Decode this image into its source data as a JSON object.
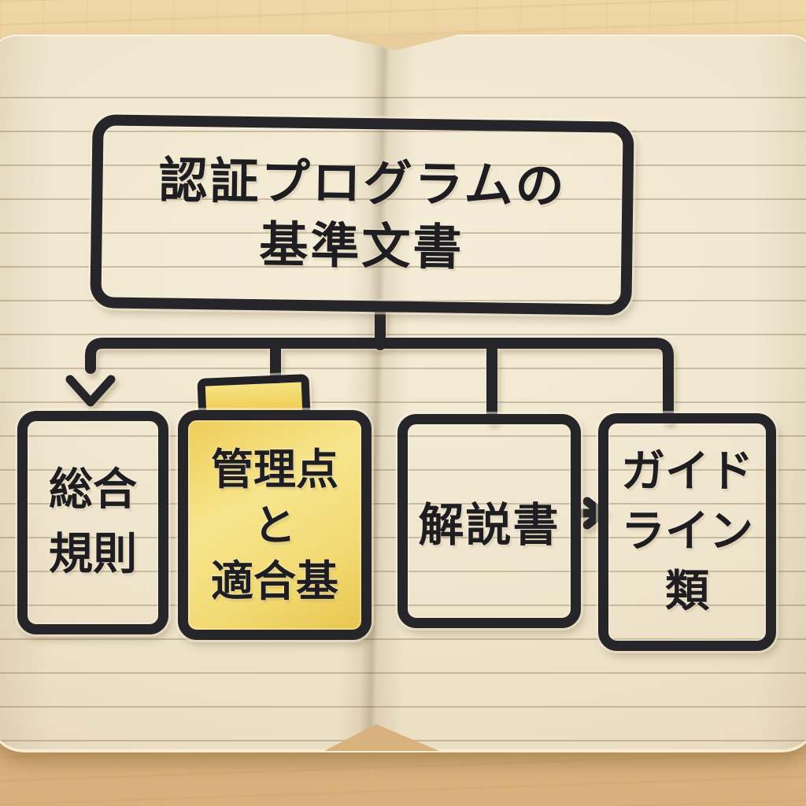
{
  "diagram": {
    "type": "flowchart",
    "root": {
      "label_line1": "認証プログラムの",
      "label_line2": "基準文書"
    },
    "nodes": [
      {
        "id": "sogo-kisoku",
        "lines": [
          "総合",
          "規則"
        ],
        "highlighted": false
      },
      {
        "id": "kanriten",
        "lines": [
          "管理点",
          "と",
          "適合基"
        ],
        "highlighted": true
      },
      {
        "id": "kaisetsusho",
        "lines": [
          "解説書"
        ],
        "highlighted": false
      },
      {
        "id": "guidelines",
        "lines": [
          "ガイド",
          "ライン",
          "類"
        ],
        "highlighted": false
      }
    ],
    "connections": [
      {
        "from": "root",
        "to": "sogo-kisoku",
        "style": "arrow-down"
      },
      {
        "from": "root",
        "to": "kanriten",
        "style": "line"
      },
      {
        "from": "root",
        "to": "kaisetsusho",
        "style": "line"
      },
      {
        "from": "root",
        "to": "guidelines",
        "style": "line"
      },
      {
        "from": "kaisetsusho",
        "to": "guidelines",
        "style": "arrow-right"
      }
    ],
    "colors": {
      "ink": "#26262a",
      "highlight_fill": "#f2da74",
      "highlight_tab": "#ecc94e",
      "page": "#efe4cb",
      "ruled_line": "#8a7a5c",
      "wood": "#ddb985"
    }
  }
}
